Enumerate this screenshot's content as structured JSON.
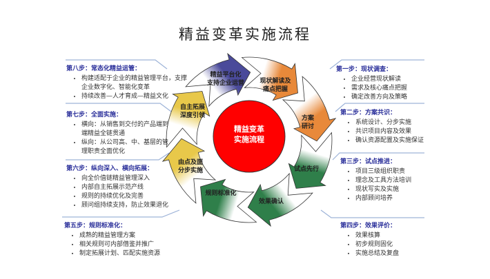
{
  "title": "精益变革实施流程",
  "center": {
    "line1": "精益变革",
    "line2": "实施流程",
    "color": "#ff0000"
  },
  "cycle": [
    {
      "line1": "精益平台化",
      "line2": "支持企业运营",
      "color": "#4a4a9a"
    },
    {
      "line1": "现状解读及",
      "line2": "痛点把握",
      "color": "#e8893a"
    },
    {
      "line1": "方案",
      "line2": "研讨",
      "color": "#e8893a"
    },
    {
      "line1": "试点先行",
      "line2": "",
      "color": "#2f7f4a"
    },
    {
      "line1": "效果确认",
      "line2": "",
      "color": "#2f7f4a"
    },
    {
      "line1": "规则标准化",
      "line2": "",
      "color": "#2f7f4a"
    },
    {
      "line1": "由点及面",
      "line2": "分步实施",
      "color": "#e8c84a"
    },
    {
      "line1": "自主拓展",
      "line2": "深度引领",
      "color": "#e8c84a"
    }
  ],
  "steps": [
    {
      "title": "第一步：现状调查：",
      "items": [
        "企业经营现状解读",
        "需求及核心痛点把握",
        "确定改善方向及策略"
      ]
    },
    {
      "title": "第二步：方案共识：",
      "items": [
        "系统设计、分步实施",
        "共识项目内容及效果",
        "确认资源配置及实施保证"
      ]
    },
    {
      "title": "第三步：试点推进：",
      "items": [
        "项目三级组织职责",
        "理念及工具方法培训",
        "现状写实及实施",
        "内部顾问培养"
      ]
    },
    {
      "title": "第四步：效果评价：",
      "items": [
        "效果核算",
        "初步规则固化",
        "实施总结及复盘"
      ]
    },
    {
      "title": "第五步：规则标准化：",
      "items": [
        "成熟的精益管理方案",
        "相关规则可内部借鉴并推广",
        "制定拓展计划、匹配实施资源"
      ]
    },
    {
      "title": "第六步：纵向深入、横向拓展：",
      "items": [
        "向全价值链精益管理深入",
        "内部自主拓展示范产线",
        "规则的持续优化及完善",
        "顾问组持续支持，防止效果退化"
      ]
    },
    {
      "title": "第七步：全面实施：",
      "items": [
        "横向：从销售到交付的产品端到端精益全链贯通",
        "纵向：从公司高、中、基层的管理职责全面优化"
      ]
    },
    {
      "title": "第八步：常态化精益运管：",
      "items": [
        "构建适配于企业的精益管理平台，支撑企业数字化、智能化变革",
        "持续改善—人才育成—精益文化"
      ]
    }
  ]
}
